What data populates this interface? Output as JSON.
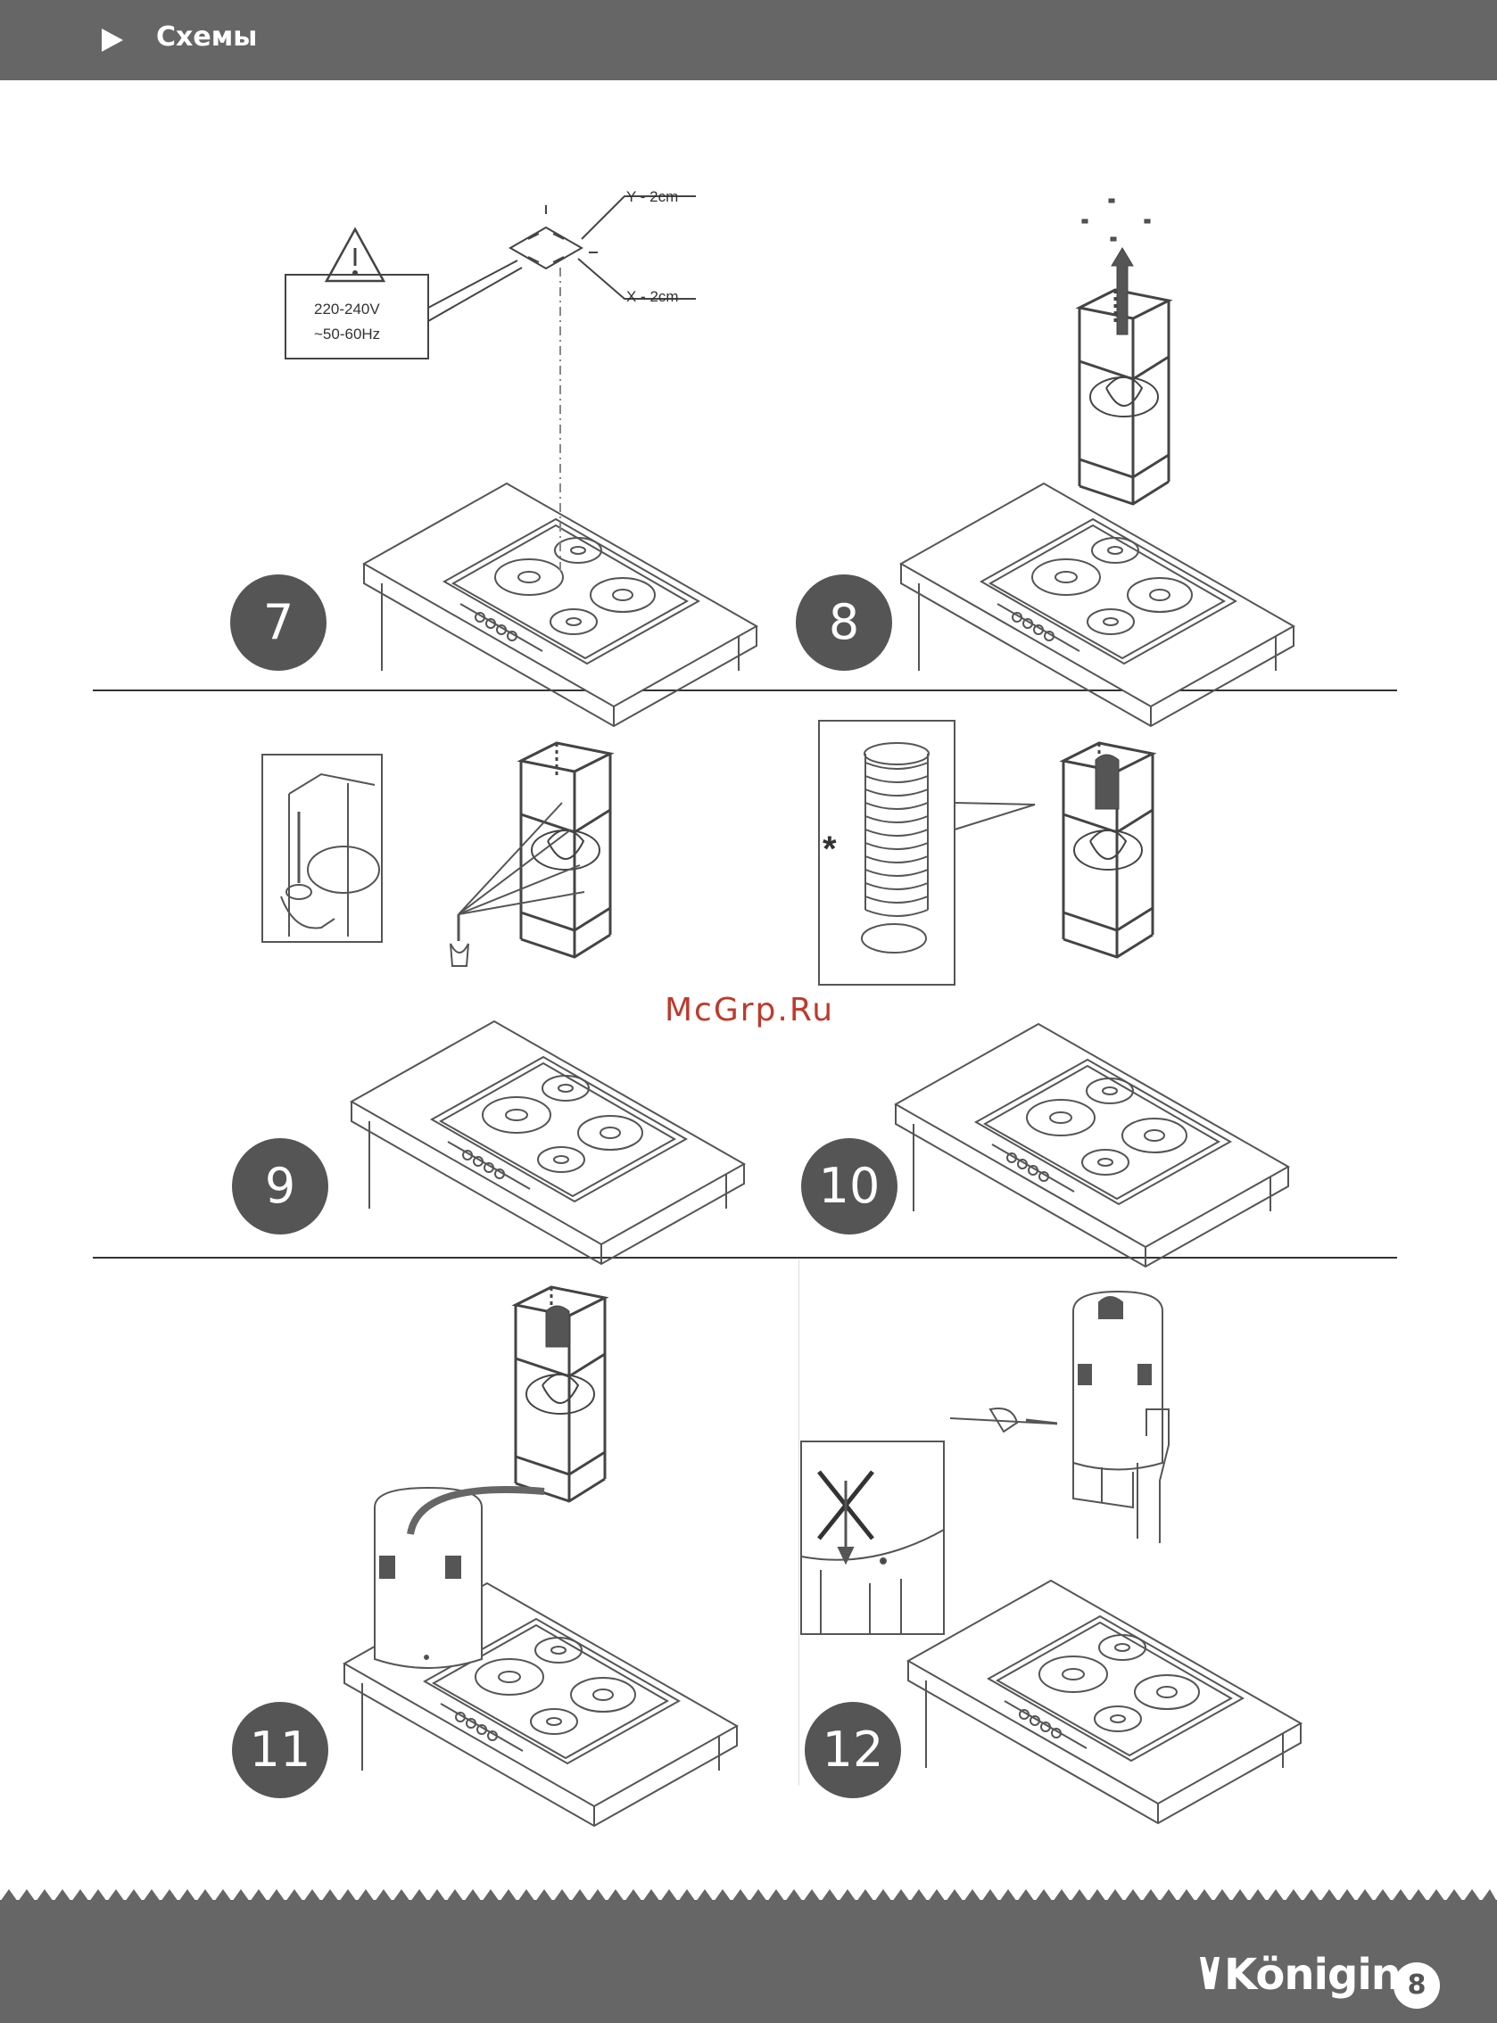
{
  "header": {
    "title": "Схемы"
  },
  "figures": {
    "step7": {
      "number": "7",
      "voltage": "220-240V",
      "frequency": "~50-60Hz",
      "y_label": "Y - 2cm",
      "x_label": "X - 2cm"
    },
    "step8": {
      "number": "8"
    },
    "step9": {
      "number": "9"
    },
    "step10": {
      "number": "10",
      "note_symbol": "*"
    },
    "step11": {
      "number": "11"
    },
    "step12": {
      "number": "12"
    }
  },
  "watermark": "McGrp.Ru",
  "footer": {
    "brand": "Königin",
    "page_number": "8"
  },
  "colors": {
    "bar": "#666666",
    "badge": "#555555",
    "line_art": "#444444",
    "watermark": "#c0392b"
  }
}
